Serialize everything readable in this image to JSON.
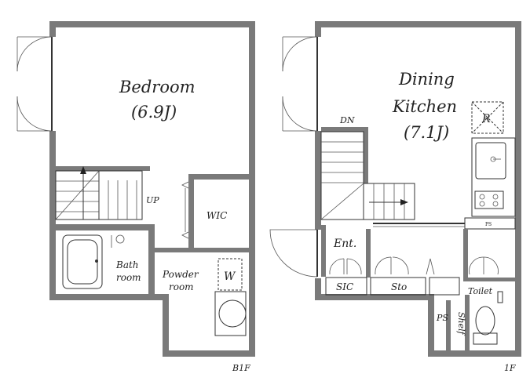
{
  "b1f": {
    "bedroom": "Bedroom",
    "bedroom_size": "(6.9J)",
    "up": "UP",
    "wic": "WIC",
    "bath_1": "Bath",
    "bath_2": "room",
    "powder_1": "Powder",
    "powder_2": "room",
    "washer": "W",
    "floor": "B1F"
  },
  "f1": {
    "dining_1": "Dining",
    "dining_2": "Kitchen",
    "dining_size": "(7.1J)",
    "dn": "DN",
    "fridge": "R",
    "ps": "PS",
    "ent": "Ent.",
    "sic": "SIC",
    "sto": "Sto",
    "toilet": "Toilet",
    "shelf": "Shelf",
    "ps_vertical": "PS",
    "floor": "1F"
  }
}
